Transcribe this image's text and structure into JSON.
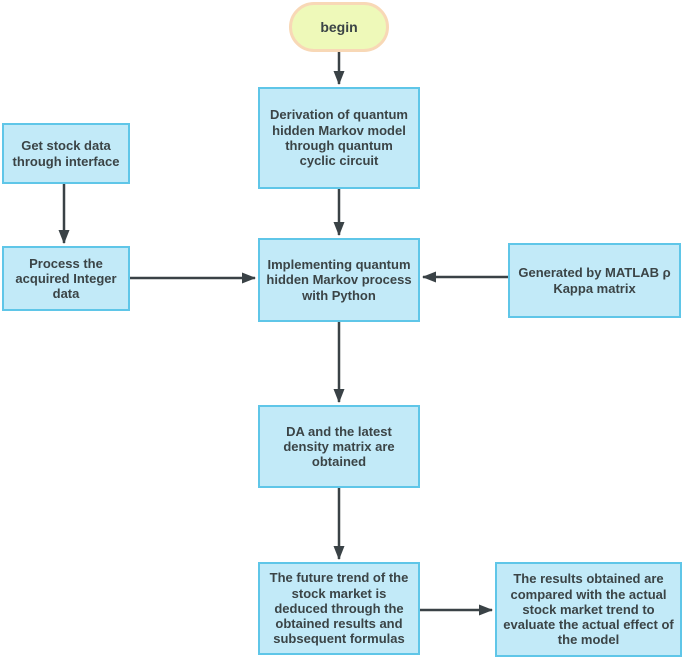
{
  "diagram": {
    "type": "flowchart",
    "colors": {
      "node_fill": "#c2eaf8",
      "node_border": "#5fc6e8",
      "start_fill": "#eef9b9",
      "start_border": "#f8d8b6",
      "arrow": "#3a4246",
      "text": "#3b4446"
    },
    "nodes": [
      {
        "id": "begin",
        "shape": "stadium",
        "label": "begin"
      },
      {
        "id": "derivation",
        "shape": "rect",
        "label": "Derivation of quantum hidden Markov model through quantum cyclic circuit"
      },
      {
        "id": "get-stock",
        "shape": "rect",
        "label": "Get stock data through interface"
      },
      {
        "id": "process",
        "shape": "rect",
        "label": "Process the acquired Integer data"
      },
      {
        "id": "implementing",
        "shape": "rect",
        "label": "Implementing quantum hidden Markov process with Python"
      },
      {
        "id": "matlab",
        "shape": "rect",
        "label": "Generated by MATLAB ρ Kappa matrix"
      },
      {
        "id": "da",
        "shape": "rect",
        "label": "DA and the latest density matrix are obtained"
      },
      {
        "id": "future",
        "shape": "rect",
        "label": "The future trend of the stock market is deduced through the obtained results and subsequent formulas"
      },
      {
        "id": "results",
        "shape": "rect",
        "label": "The results obtained are compared with the actual stock market trend to evaluate the actual effect of the model"
      }
    ],
    "edges": [
      {
        "from": "begin",
        "to": "derivation"
      },
      {
        "from": "derivation",
        "to": "implementing"
      },
      {
        "from": "get-stock",
        "to": "process"
      },
      {
        "from": "process",
        "to": "implementing"
      },
      {
        "from": "matlab",
        "to": "implementing"
      },
      {
        "from": "implementing",
        "to": "da"
      },
      {
        "from": "da",
        "to": "future"
      },
      {
        "from": "future",
        "to": "results"
      }
    ]
  }
}
